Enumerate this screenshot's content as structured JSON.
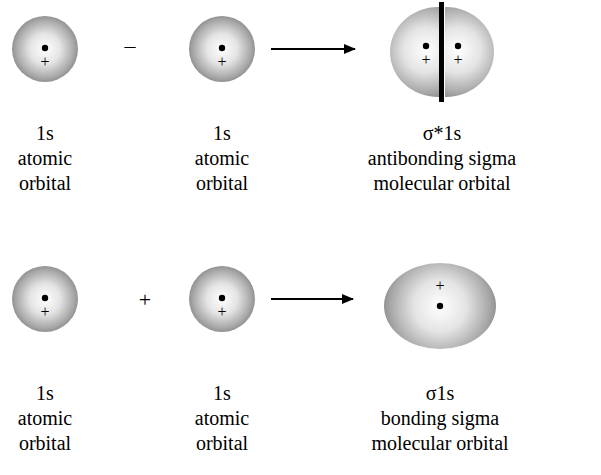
{
  "diagram": {
    "nodes": [
      {
        "text": [
          "+",
          "1s",
          "atomic orbital"
        ]
      },
      {
        "text": [
          "+",
          "1s",
          "atomic orbital"
        ]
      },
      {
        "text": [
          "+",
          "+",
          "σ*1s",
          "antibonding sigma molecular orbital"
        ]
      },
      {
        "text": [
          "+",
          "1s",
          "atomic orbital"
        ]
      },
      {
        "text": [
          "+",
          "1s",
          "atomic orbital"
        ]
      },
      {
        "text": [
          "+",
          "σ1s",
          "bonding sigma molecular orbital"
        ]
      }
    ],
    "edges": [
      {
        "from": 1,
        "to": 2,
        "arrow": "to"
      },
      {
        "from": 4,
        "to": 5,
        "arrow": "to"
      }
    ],
    "labels": [
      "–",
      "+"
    ]
  }
}
